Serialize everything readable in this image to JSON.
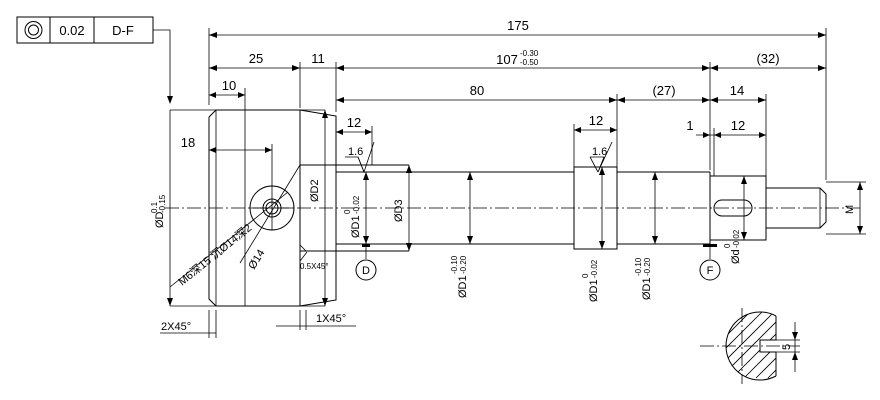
{
  "tolerance_frame": {
    "symbol": "concentricity-icon",
    "value": "0.02",
    "datum": "D-F"
  },
  "dimensions": {
    "overall_length": "175",
    "len_25": "25",
    "len_11": "11",
    "len_107_nominal": "107",
    "len_107_upper": "-0.30",
    "len_107_lower": "-0.50",
    "len_32_ref": "(32)",
    "len_10": "10",
    "len_80": "80",
    "len_27_ref": "(27)",
    "len_14": "14",
    "len_12_left": "12",
    "len_12_mid": "12",
    "len_1": "1",
    "len_12_right": "12",
    "len_18": "18"
  },
  "diameters": {
    "flange_main": "ØD",
    "flange_upper": "0.1",
    "flange_lower": "-0.15",
    "d2": "ØD2",
    "d1_left_main": "ØD1",
    "d1_left_upper": "0",
    "d1_left_lower": "-0.02",
    "d3": "ØD3",
    "d1_a_main": "ØD1",
    "d1_a_upper": "-0.10",
    "d1_a_lower": "-0.20",
    "d1_b_main": "ØD1",
    "d1_b_upper": "0",
    "d1_b_lower": "-0.02",
    "d1_c_main": "ØD1",
    "d1_c_upper": "-0.10",
    "d1_c_lower": "-0.20",
    "d_main": "Ød",
    "d_upper": "0",
    "d_lower": "-0.02",
    "d14": "Ø14",
    "thread": "M"
  },
  "surface_finish": {
    "left": "1.6",
    "mid": "1.6"
  },
  "datums": {
    "d": "D",
    "f": "F"
  },
  "notes": {
    "thread_hole": "M6深15 沉Ø14深2",
    "chamfer_left": "2X45°",
    "chamfer_mid": "1X45°",
    "chamfer_small": "0.5X45°",
    "key_width": "5"
  }
}
